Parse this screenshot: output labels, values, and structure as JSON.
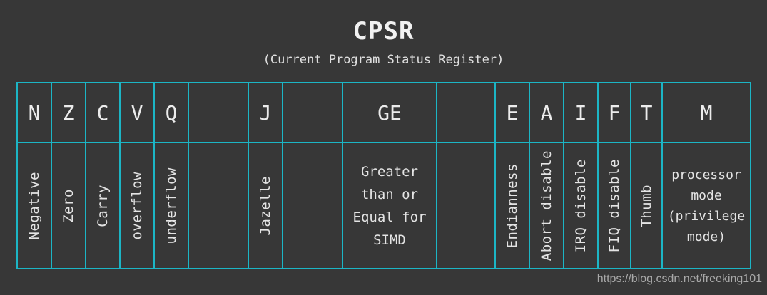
{
  "header": {
    "title": "CPSR",
    "subtitle": "(Current Program Status Register)"
  },
  "table": {
    "columns": [
      {
        "letter": "N",
        "description": "Negative"
      },
      {
        "letter": "Z",
        "description": "Zero"
      },
      {
        "letter": "C",
        "description": "Carry"
      },
      {
        "letter": "V",
        "description": "overflow"
      },
      {
        "letter": "Q",
        "description": "underflow"
      },
      {
        "letter": "",
        "description": ""
      },
      {
        "letter": "J",
        "description": "Jazelle"
      },
      {
        "letter": "",
        "description": ""
      },
      {
        "letter": "GE",
        "description": "Greater\nthan or\nEqual for\nSIMD"
      },
      {
        "letter": "",
        "description": ""
      },
      {
        "letter": "E",
        "description": "Endianness"
      },
      {
        "letter": "A",
        "description": "Abort disable"
      },
      {
        "letter": "I",
        "description": "IRQ disable"
      },
      {
        "letter": "F",
        "description": "FIQ disable"
      },
      {
        "letter": "T",
        "description": "Thumb"
      },
      {
        "letter": "M",
        "description": "processor\nmode\n(privilege\nmode)"
      }
    ]
  },
  "footer": {
    "watermark": "https://blog.csdn.net/freeking101"
  },
  "colors": {
    "background": "#373737",
    "border": "#1cb5c5",
    "text": "#e9e9e9",
    "watermark": "#a9a9a9"
  }
}
